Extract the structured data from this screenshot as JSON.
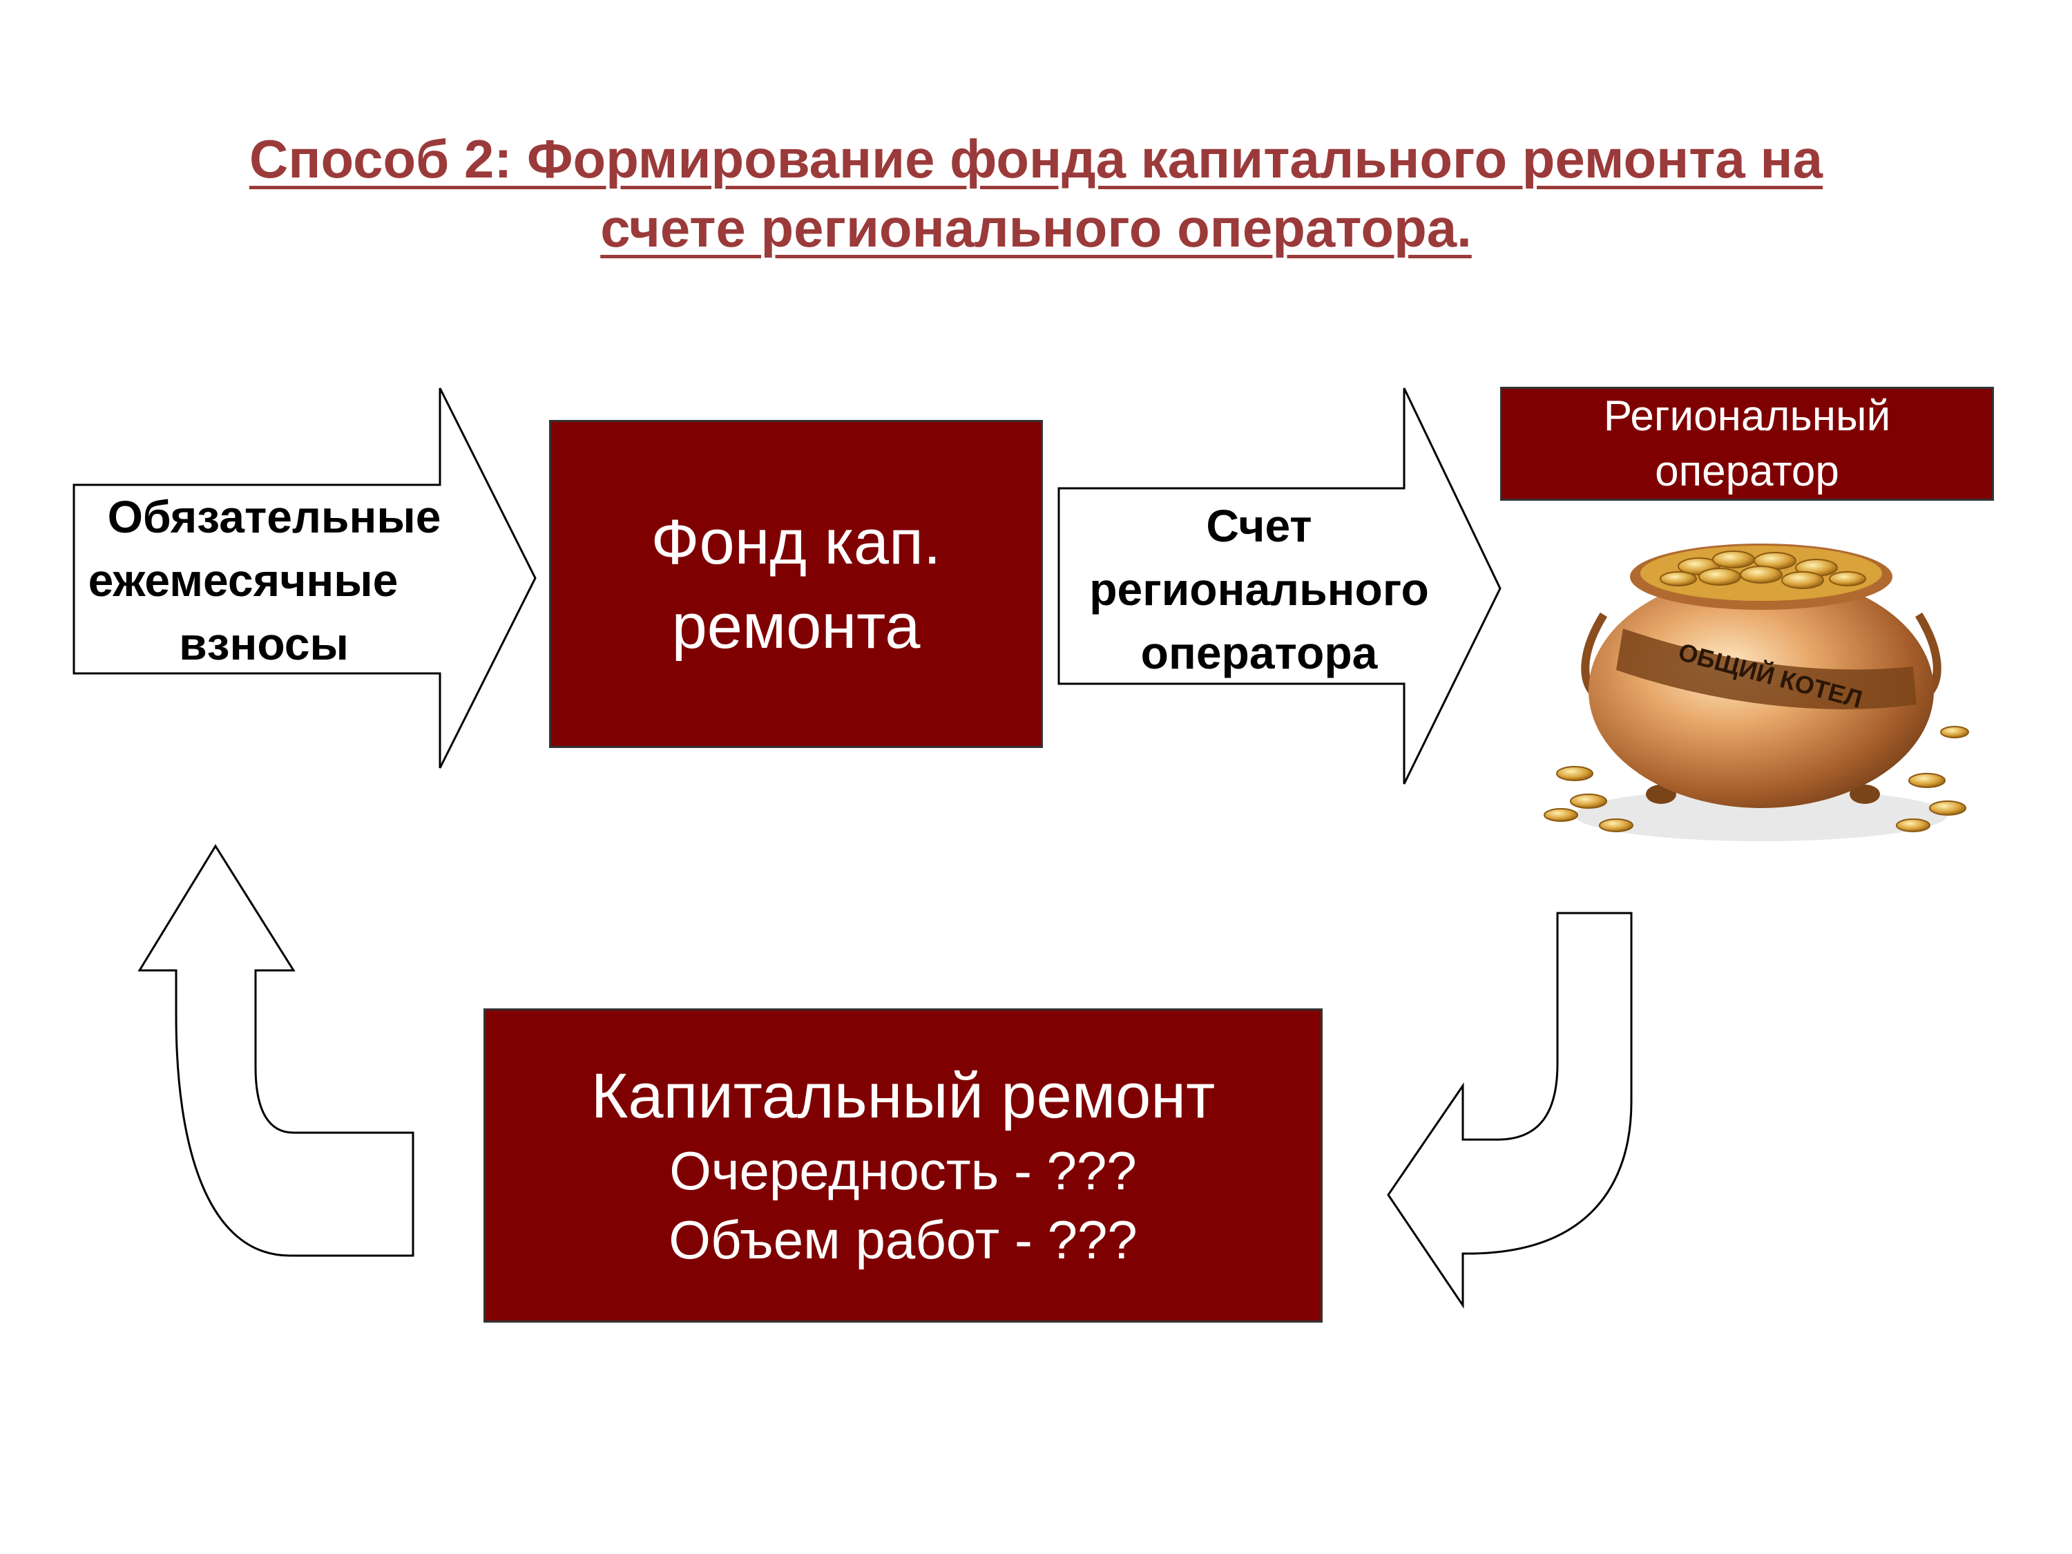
{
  "title": {
    "line1": "Способ 2: Формирование фонда капитального ремонта на",
    "line2": "счете регионального оператора."
  },
  "arrow_contributions": {
    "line1": "Обязательные",
    "line2": "ежемесячные",
    "line3": "взносы"
  },
  "fund_box": {
    "line1": "Фонд кап.",
    "line2": "ремонта"
  },
  "arrow_account": {
    "line1": "Счет",
    "line2": "регионального",
    "line3": "оператора"
  },
  "operator_box": {
    "line1": "Региональный",
    "line2": "оператор"
  },
  "pot": {
    "label": "ОБЩИЙ КОТЕЛ"
  },
  "repair_box": {
    "line1": "Капитальный ремонт",
    "line2": "Очередность - ???",
    "line3": "Объем работ - ???"
  },
  "colors": {
    "box_fill": "#7f0000",
    "title": "#9b3a3a"
  }
}
